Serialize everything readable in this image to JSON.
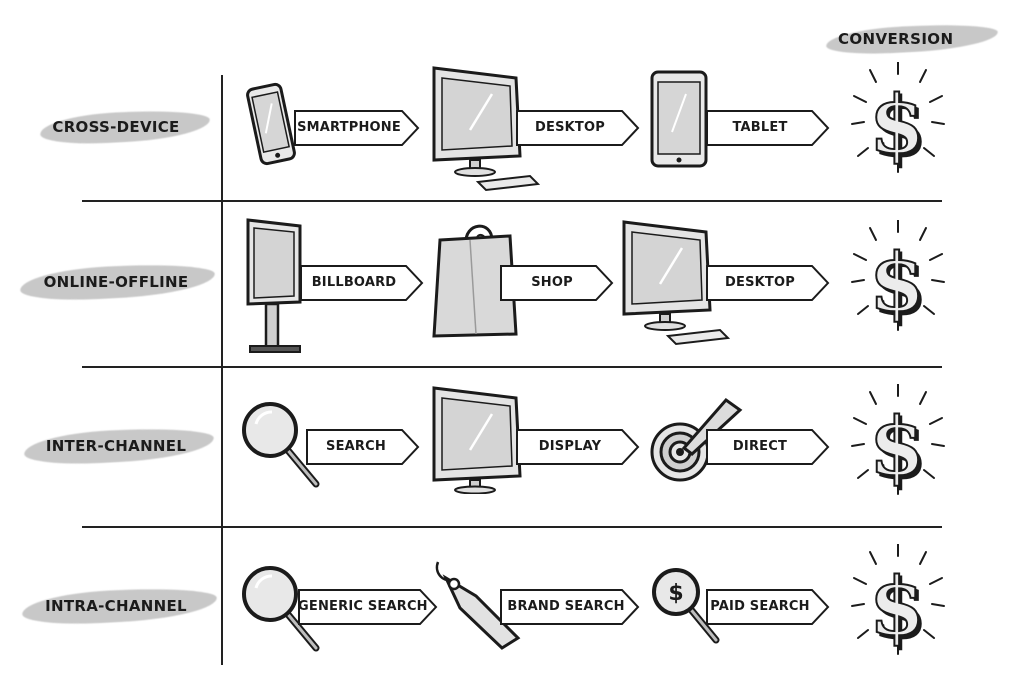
{
  "header": {
    "conversion_label": "CONVERSION"
  },
  "rows": [
    {
      "label": "CROSS-DEVICE",
      "steps": [
        {
          "label": "SMARTPHONE",
          "icon": "smartphone-icon"
        },
        {
          "label": "DESKTOP",
          "icon": "desktop-monitor-icon"
        },
        {
          "label": "TABLET",
          "icon": "tablet-icon"
        }
      ]
    },
    {
      "label": "ONLINE-OFFLINE",
      "steps": [
        {
          "label": "BILLBOARD",
          "icon": "billboard-icon"
        },
        {
          "label": "SHOP",
          "icon": "shopping-bag-icon"
        },
        {
          "label": "DESKTOP",
          "icon": "desktop-monitor-icon"
        }
      ]
    },
    {
      "label": "INTER-CHANNEL",
      "steps": [
        {
          "label": "SEARCH",
          "icon": "magnifier-icon"
        },
        {
          "label": "DISPLAY",
          "icon": "desktop-monitor-icon"
        },
        {
          "label": "DIRECT",
          "icon": "target-arrow-icon"
        }
      ]
    },
    {
      "label": "INTRA-CHANNEL",
      "steps": [
        {
          "label": "GENERIC SEARCH",
          "icon": "magnifier-icon"
        },
        {
          "label": "BRAND SEARCH",
          "icon": "price-tag-icon"
        },
        {
          "label": "PAID SEARCH",
          "icon": "dollar-magnifier-icon"
        }
      ]
    }
  ],
  "conversion_icon": "dollar-sign-icon",
  "colors": {
    "ink": "#1b1b1b",
    "brush": "#c8c8c8",
    "screen": "#e4e4e4"
  }
}
